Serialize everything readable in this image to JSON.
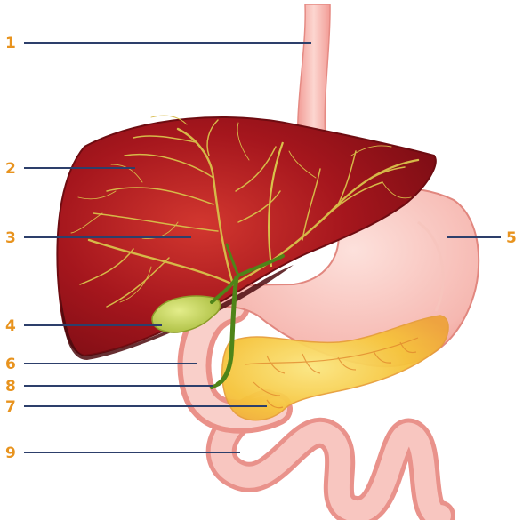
{
  "labels": [
    {
      "id": "1",
      "text": "1"
    },
    {
      "id": "2",
      "text": "2"
    },
    {
      "id": "3",
      "text": "3"
    },
    {
      "id": "4",
      "text": "4"
    },
    {
      "id": "5",
      "text": "5"
    },
    {
      "id": "6",
      "text": "6"
    },
    {
      "id": "7",
      "text": "7"
    },
    {
      "id": "8",
      "text": "8"
    },
    {
      "id": "9",
      "text": "9"
    }
  ],
  "colors": {
    "label": "#e8931e",
    "leader": "#2d3f6b",
    "liver": "#a8161c",
    "gut": "#f5b7b1",
    "pancreas": "#f6c43a",
    "gallbladder": "#c8d65a",
    "bile": "#5a8a1c"
  }
}
